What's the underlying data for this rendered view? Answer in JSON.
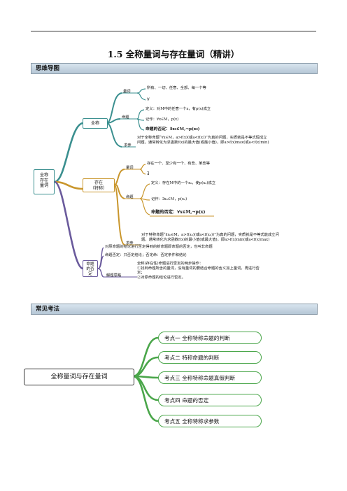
{
  "doc": {
    "title": "1.5 全称量词与存在量词（精讲）"
  },
  "sections": {
    "mindmap": "思维导图",
    "common": "常见考法"
  },
  "mindmap": {
    "root": "全称\n存在\n量词",
    "universal": {
      "label": "全称",
      "quantifier": {
        "label": "量词",
        "line1": "所有、一切、任意、全部、每一个等",
        "line2": "∀"
      },
      "proposition": {
        "label": "命题",
        "def": "定义：对M中的任意一个x，有p(x)成立",
        "notation": "记作：∀x∈M，p(x)",
        "negation": "命题的否定：∃x₀∈M,¬p(x₀)"
      },
      "param": {
        "label": "求参",
        "text": "对于全称命题“∀x∈M，a>f(x)(或a<f(x))”为真的问题，实质就是不等式恒成立问题，通常转化为求函数f(x)的最大值(或最小值)，即a>f(x)max(或a<f(x)min)"
      }
    },
    "existential": {
      "label": "存在\n（特称）",
      "quantifier": {
        "label": "量词",
        "line1": "存在一个、至少有一个、有些、某些等",
        "line2": "∃"
      },
      "proposition": {
        "label": "命题",
        "def": "定义：存在M中的一个x₀，使p(x₀)成立",
        "notation": "记作：∃x₀∈M，p(x₀)",
        "negation": "命题的否定：∀x∈M,¬p(x)"
      },
      "param": {
        "label": "求参",
        "text": "对于特称命题“∃x₀∈M，a>f(x₀)(或a<f(x₀))”为真的问题，实质就是不等式能成立问题，通常转化为求函数f(x)的最小值(或最大值)，即a>f(x)min(或a<f(x)max)"
      }
    },
    "negation": {
      "label": "命题\n的否\n定",
      "line1": "对原命题的结论进行否定得到的新命题即命题的否定，也叫非命题",
      "line2": "命题否定：只否定结论；否定命：否定条件和结论",
      "thinking": {
        "label": "解题思路",
        "text": "全称(存在性)命题进行否定的两步操作：\n①找到命题所含的量词，没有量词的要结合命题的含义加上量词，再进行否定；\n②对原命题的结论进行否定。"
      }
    }
  },
  "common_methods": {
    "center": "全称量词与存在量词",
    "items": [
      "考点一  全称特称命题的判断",
      "考点二  特称命题的判断",
      "考点三  全称特称命题真假判断",
      "考点四  命题的否定",
      "考点五  全称特称求参数"
    ]
  },
  "colors": {
    "teal": "#3a8f8f",
    "gold": "#c9962c",
    "purple": "#6a5a9c",
    "green": "#4aa64a"
  }
}
